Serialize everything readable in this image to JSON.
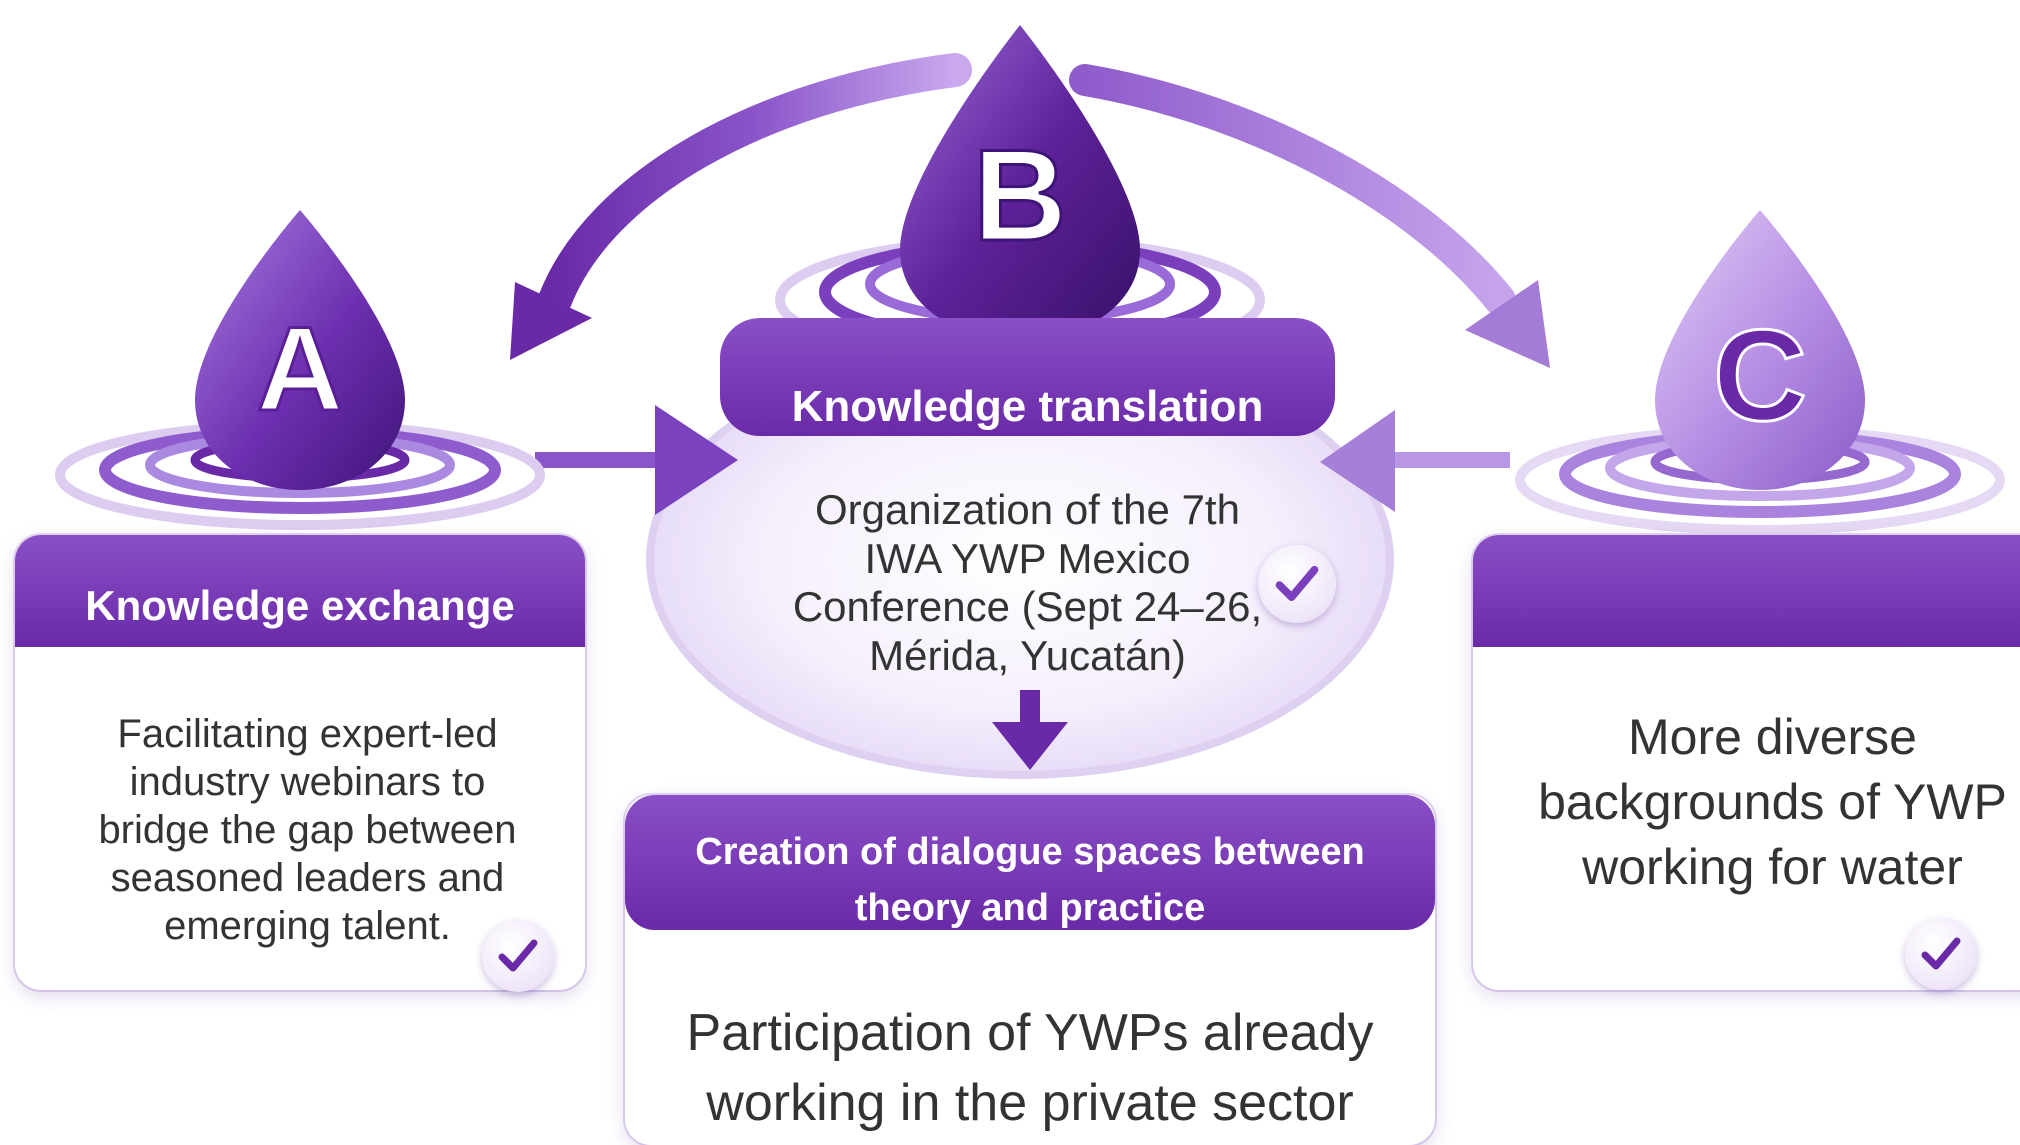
{
  "colors": {
    "primary": "#6a2aa8",
    "light": "#b18ae0",
    "text": "#333333"
  },
  "nodes": {
    "a": {
      "letter": "A",
      "title": "Knowledge exchange",
      "body": [
        "Facilitating expert-led",
        "industry webinars to",
        "bridge the gap between",
        "seasoned leaders and",
        "emerging talent."
      ]
    },
    "b": {
      "letter": "B",
      "title": "Knowledge translation",
      "body": [
        "Organization of the 7th",
        "IWA YWP Mexico",
        "Conference (Sept 24–26,",
        "Mérida, Yucatán)"
      ]
    },
    "c": {
      "letter": "C",
      "title": "",
      "body": [
        "More diverse",
        "backgrounds of YWP",
        "working for water"
      ]
    },
    "d": {
      "title": [
        "Creation of dialogue spaces between",
        "theory and practice"
      ],
      "body": [
        "Participation of YWPs already",
        "working in the private sector"
      ]
    }
  },
  "icons": [
    "water-drop-icon",
    "ripple-icon",
    "arrow-icon",
    "checkmark-icon"
  ]
}
